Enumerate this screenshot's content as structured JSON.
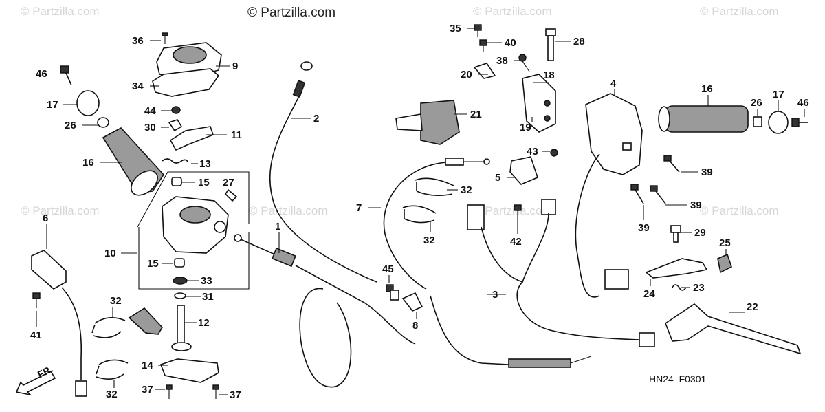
{
  "credit": "© Partzilla.com",
  "watermark": "© Partzilla.com",
  "diagram_code": "HN24–F0301",
  "direction_label": "FR.",
  "callouts": [
    "36",
    "9",
    "34",
    "44",
    "30",
    "11",
    "46",
    "17",
    "26",
    "16",
    "13",
    "15",
    "27",
    "10",
    "15",
    "33",
    "31",
    "32",
    "12",
    "14",
    "37",
    "37",
    "32",
    "6",
    "41",
    "1",
    "2",
    "45",
    "8",
    "7",
    "32",
    "32",
    "21",
    "35",
    "40",
    "38",
    "20",
    "18",
    "19",
    "43",
    "5",
    "42",
    "3",
    "28",
    "4",
    "16",
    "26",
    "17",
    "46",
    "39",
    "39",
    "39",
    "29",
    "25",
    "24",
    "23",
    "22"
  ],
  "colors": {
    "line": "#111111",
    "watermark": "#d6d6d6",
    "shade": "#9a9a9a"
  }
}
